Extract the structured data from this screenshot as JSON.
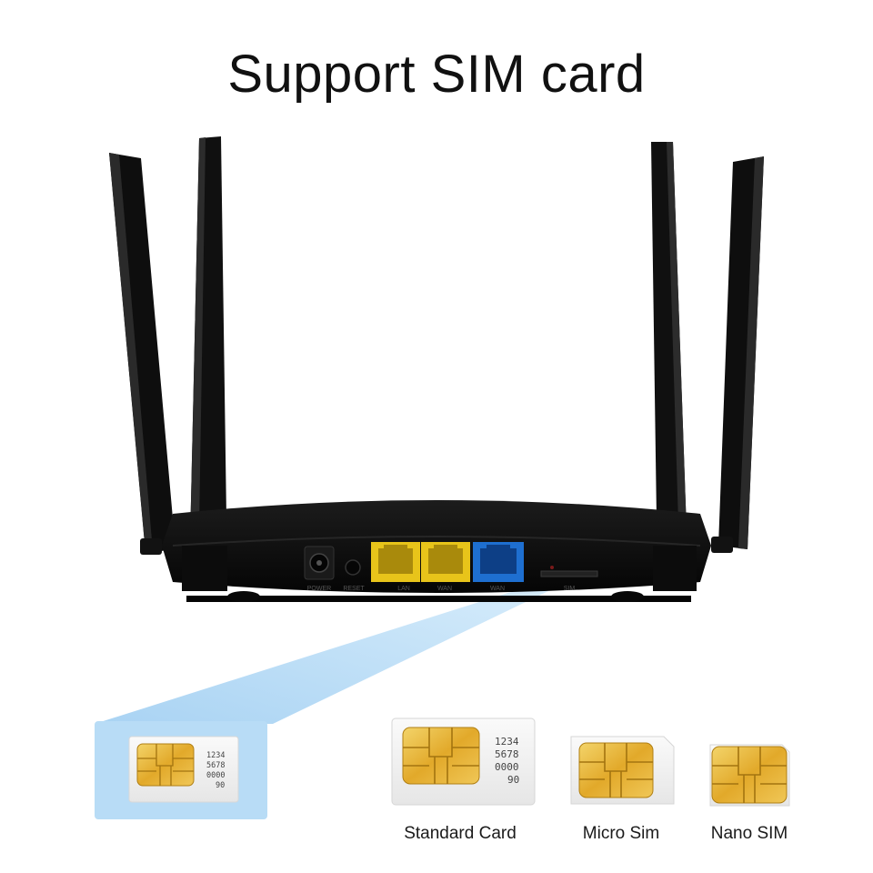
{
  "title": "Support SIM card",
  "port_labels": {
    "power": "POWER",
    "reset": "RESET",
    "lan": "LAN",
    "wan": "WAN",
    "wan_blue": "WAN",
    "sim": "SIM"
  },
  "sim_number_lines": [
    "1234",
    "5678",
    "0000",
    "90"
  ],
  "cards": [
    {
      "label": "Standard Card"
    },
    {
      "label": "Micro Sim"
    },
    {
      "label": "Nano SIM"
    }
  ],
  "colors": {
    "router_body": "#0b0b0b",
    "lan_port": "#e8c41a",
    "wan_port": "#1e6fd0",
    "highlight": "#b8dcf6",
    "chip_gold": "#e8b53a",
    "card_white": "#f2f2f2"
  }
}
